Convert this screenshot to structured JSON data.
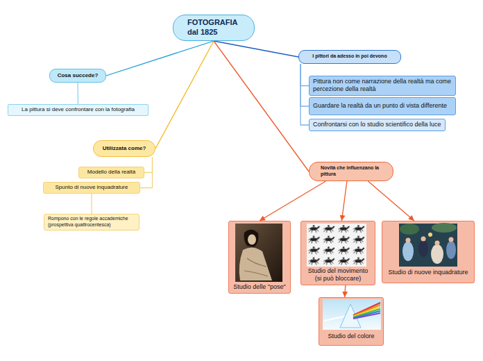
{
  "diagram": {
    "nodes": [
      {
        "text": [
          "FOTOGRAFIA dal 1825"
        ]
      },
      {
        "text": [
          "Cosa succede?"
        ]
      },
      {
        "text": [
          "La pittura si deve confrontare con la fotografia"
        ]
      },
      {
        "text": [
          "Utilizzata come?"
        ]
      },
      {
        "text": [
          "Modello della realtà"
        ]
      },
      {
        "text": [
          "Spunto di nuove inquadrature"
        ]
      },
      {
        "text": [
          "Rompono con le regole accademiche (prospettiva quattrocentesca)"
        ]
      },
      {
        "text": [
          "I pittori da adesso in poi devono"
        ]
      },
      {
        "text": [
          "Pittura non come narrazione della realtà ma come percezione della realtà"
        ]
      },
      {
        "text": [
          "Guardare la realtà da un punto di vista differente"
        ]
      },
      {
        "text": [
          "Confrontarsi con lo studio scientifico della luce"
        ]
      },
      {
        "text": [
          "Novità che influenzano la pittura"
        ]
      },
      {
        "text": [
          "Studio delle \"pose\""
        ]
      },
      {
        "text": [
          "Studio del movimento (si può bloccare)"
        ]
      },
      {
        "text": [
          "Studio di nuove inquadrature"
        ]
      },
      {
        "text": [
          "Studio del colore"
        ]
      }
    ],
    "edges": [
      {
        "from": 0,
        "to": 1,
        "arrow": "none"
      },
      {
        "from": 1,
        "to": 2,
        "arrow": "none"
      },
      {
        "from": 0,
        "to": 3,
        "arrow": "none"
      },
      {
        "from": 3,
        "to": 4,
        "arrow": "none"
      },
      {
        "from": 3,
        "to": 5,
        "arrow": "none"
      },
      {
        "from": 5,
        "to": 6,
        "arrow": "none"
      },
      {
        "from": 0,
        "to": 7,
        "arrow": "none"
      },
      {
        "from": 7,
        "to": 8,
        "arrow": "none"
      },
      {
        "from": 7,
        "to": 9,
        "arrow": "none"
      },
      {
        "from": 7,
        "to": 10,
        "arrow": "none"
      },
      {
        "from": 0,
        "to": 11,
        "arrow": "none"
      },
      {
        "from": 11,
        "to": 12,
        "arrow": "to"
      },
      {
        "from": 11,
        "to": 13,
        "arrow": "to"
      },
      {
        "from": 11,
        "to": 14,
        "arrow": "to"
      },
      {
        "from": 13,
        "to": 15,
        "arrow": "to"
      }
    ]
  }
}
